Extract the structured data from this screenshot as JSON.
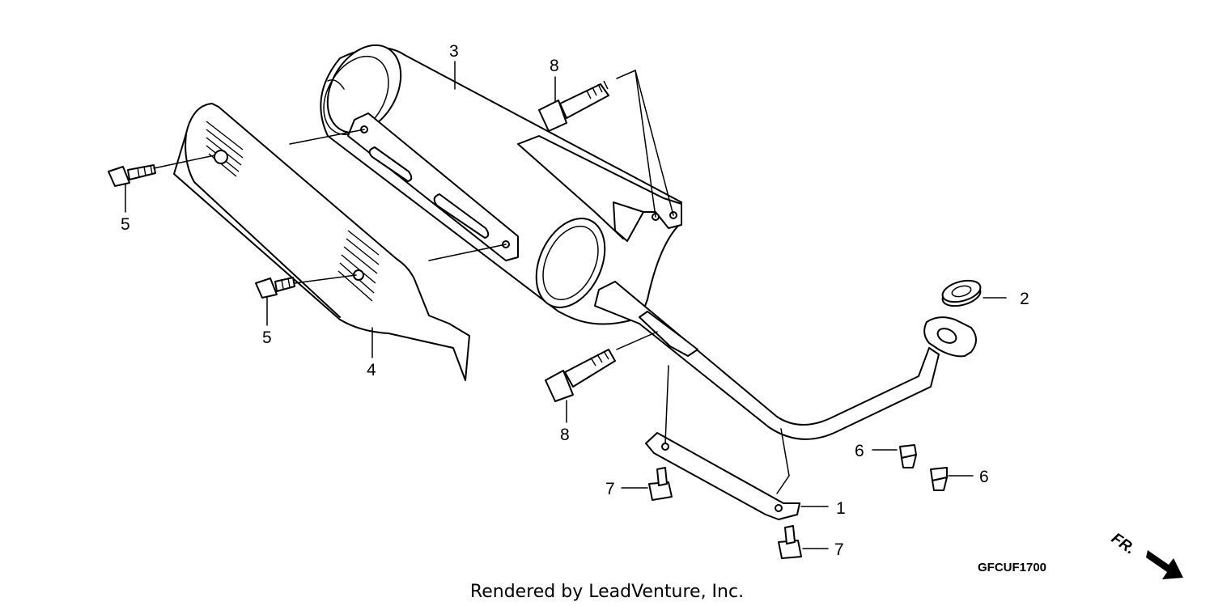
{
  "diagram": {
    "callouts": [
      {
        "id": "c1",
        "label": "1"
      },
      {
        "id": "c2",
        "label": "2"
      },
      {
        "id": "c3",
        "label": "3"
      },
      {
        "id": "c4",
        "label": "4"
      },
      {
        "id": "c5a",
        "label": "5"
      },
      {
        "id": "c5b",
        "label": "5"
      },
      {
        "id": "c6a",
        "label": "6"
      },
      {
        "id": "c6b",
        "label": "6"
      },
      {
        "id": "c7a",
        "label": "7"
      },
      {
        "id": "c7b",
        "label": "7"
      },
      {
        "id": "c8a",
        "label": "8"
      },
      {
        "id": "c8b",
        "label": "8"
      }
    ],
    "diagram_code": "GFCUF1700",
    "direction_label": "FR.",
    "credit": "Rendered by LeadVenture, Inc."
  }
}
